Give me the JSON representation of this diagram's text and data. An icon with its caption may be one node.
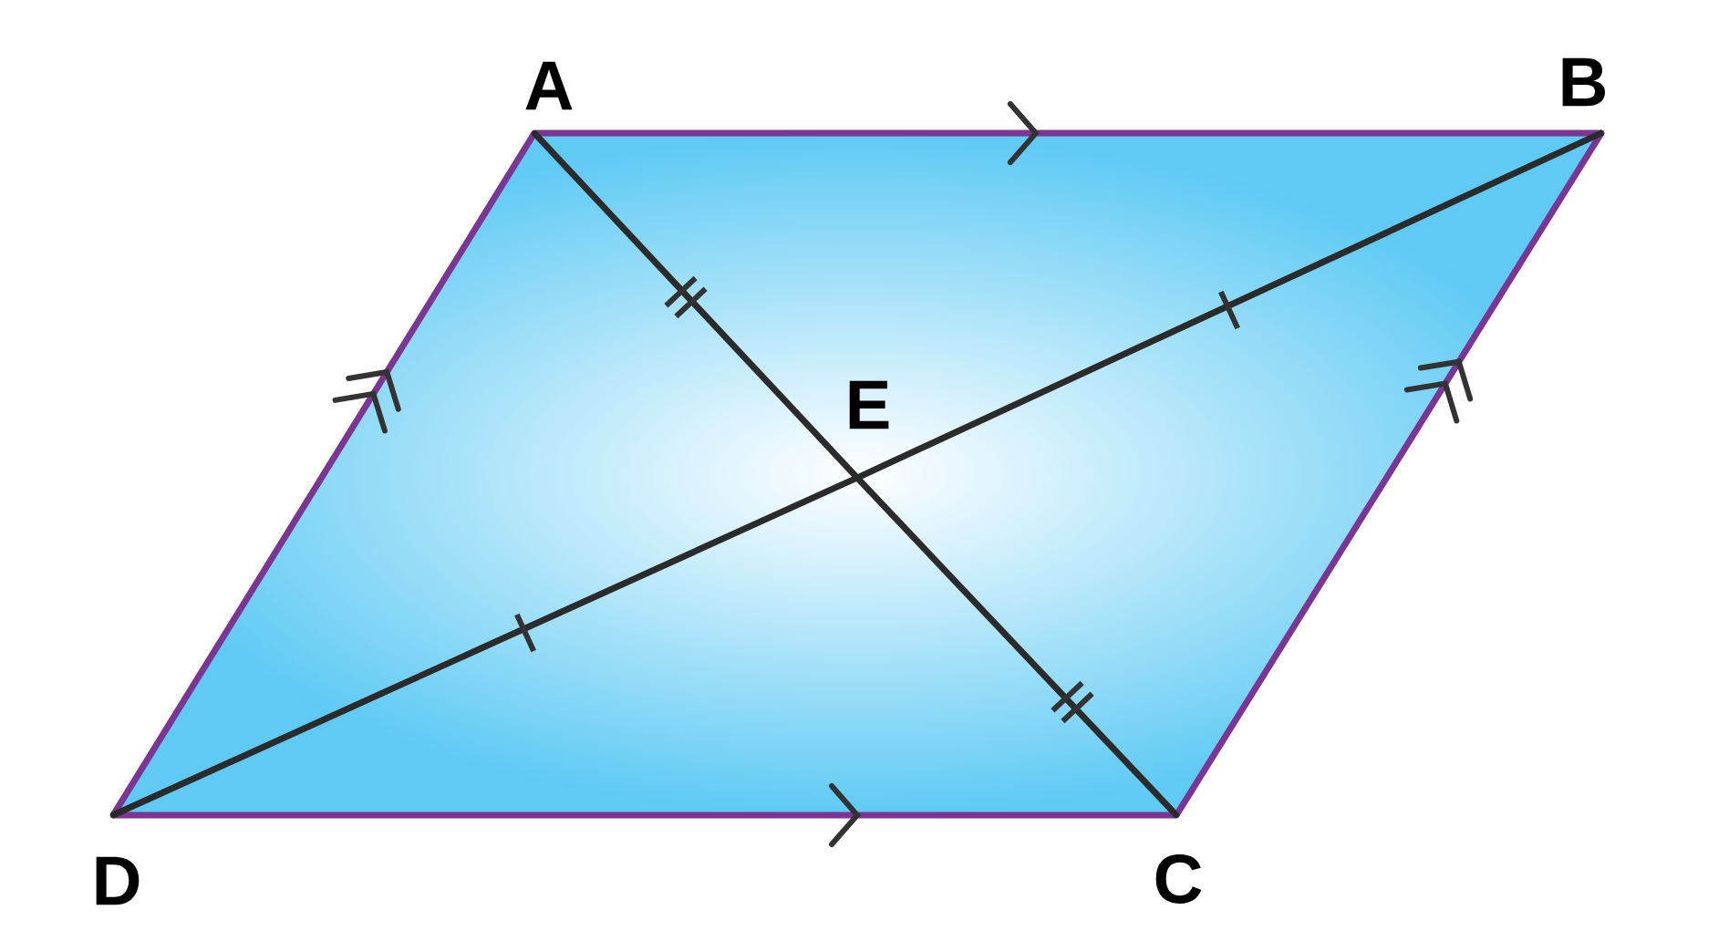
{
  "diagram": {
    "nodes": [
      {
        "text": [
          "A"
        ]
      },
      {
        "text": [
          "B"
        ]
      },
      {
        "text": [
          "C"
        ]
      },
      {
        "text": [
          "D"
        ]
      },
      {
        "text": [
          "E"
        ]
      }
    ],
    "edges": [
      {
        "from": 0,
        "to": 1,
        "arrow": "to",
        "color": "#7b3592"
      },
      {
        "from": 2,
        "to": 1,
        "arrow": "to",
        "color": "#7b3592"
      },
      {
        "from": 3,
        "to": 2,
        "arrow": "to",
        "color": "#7b3592"
      },
      {
        "from": 3,
        "to": 0,
        "arrow": "to",
        "color": "#7b3592"
      },
      {
        "from": 0,
        "to": 4,
        "arrow": "none",
        "color": "#2b2b2b"
      },
      {
        "from": 4,
        "to": 2,
        "arrow": "none",
        "color": "#2b2b2b"
      },
      {
        "from": 3,
        "to": 4,
        "arrow": "none",
        "color": "#2b2b2b"
      },
      {
        "from": 4,
        "to": 1,
        "arrow": "none",
        "color": "#2b2b2b"
      }
    ]
  }
}
